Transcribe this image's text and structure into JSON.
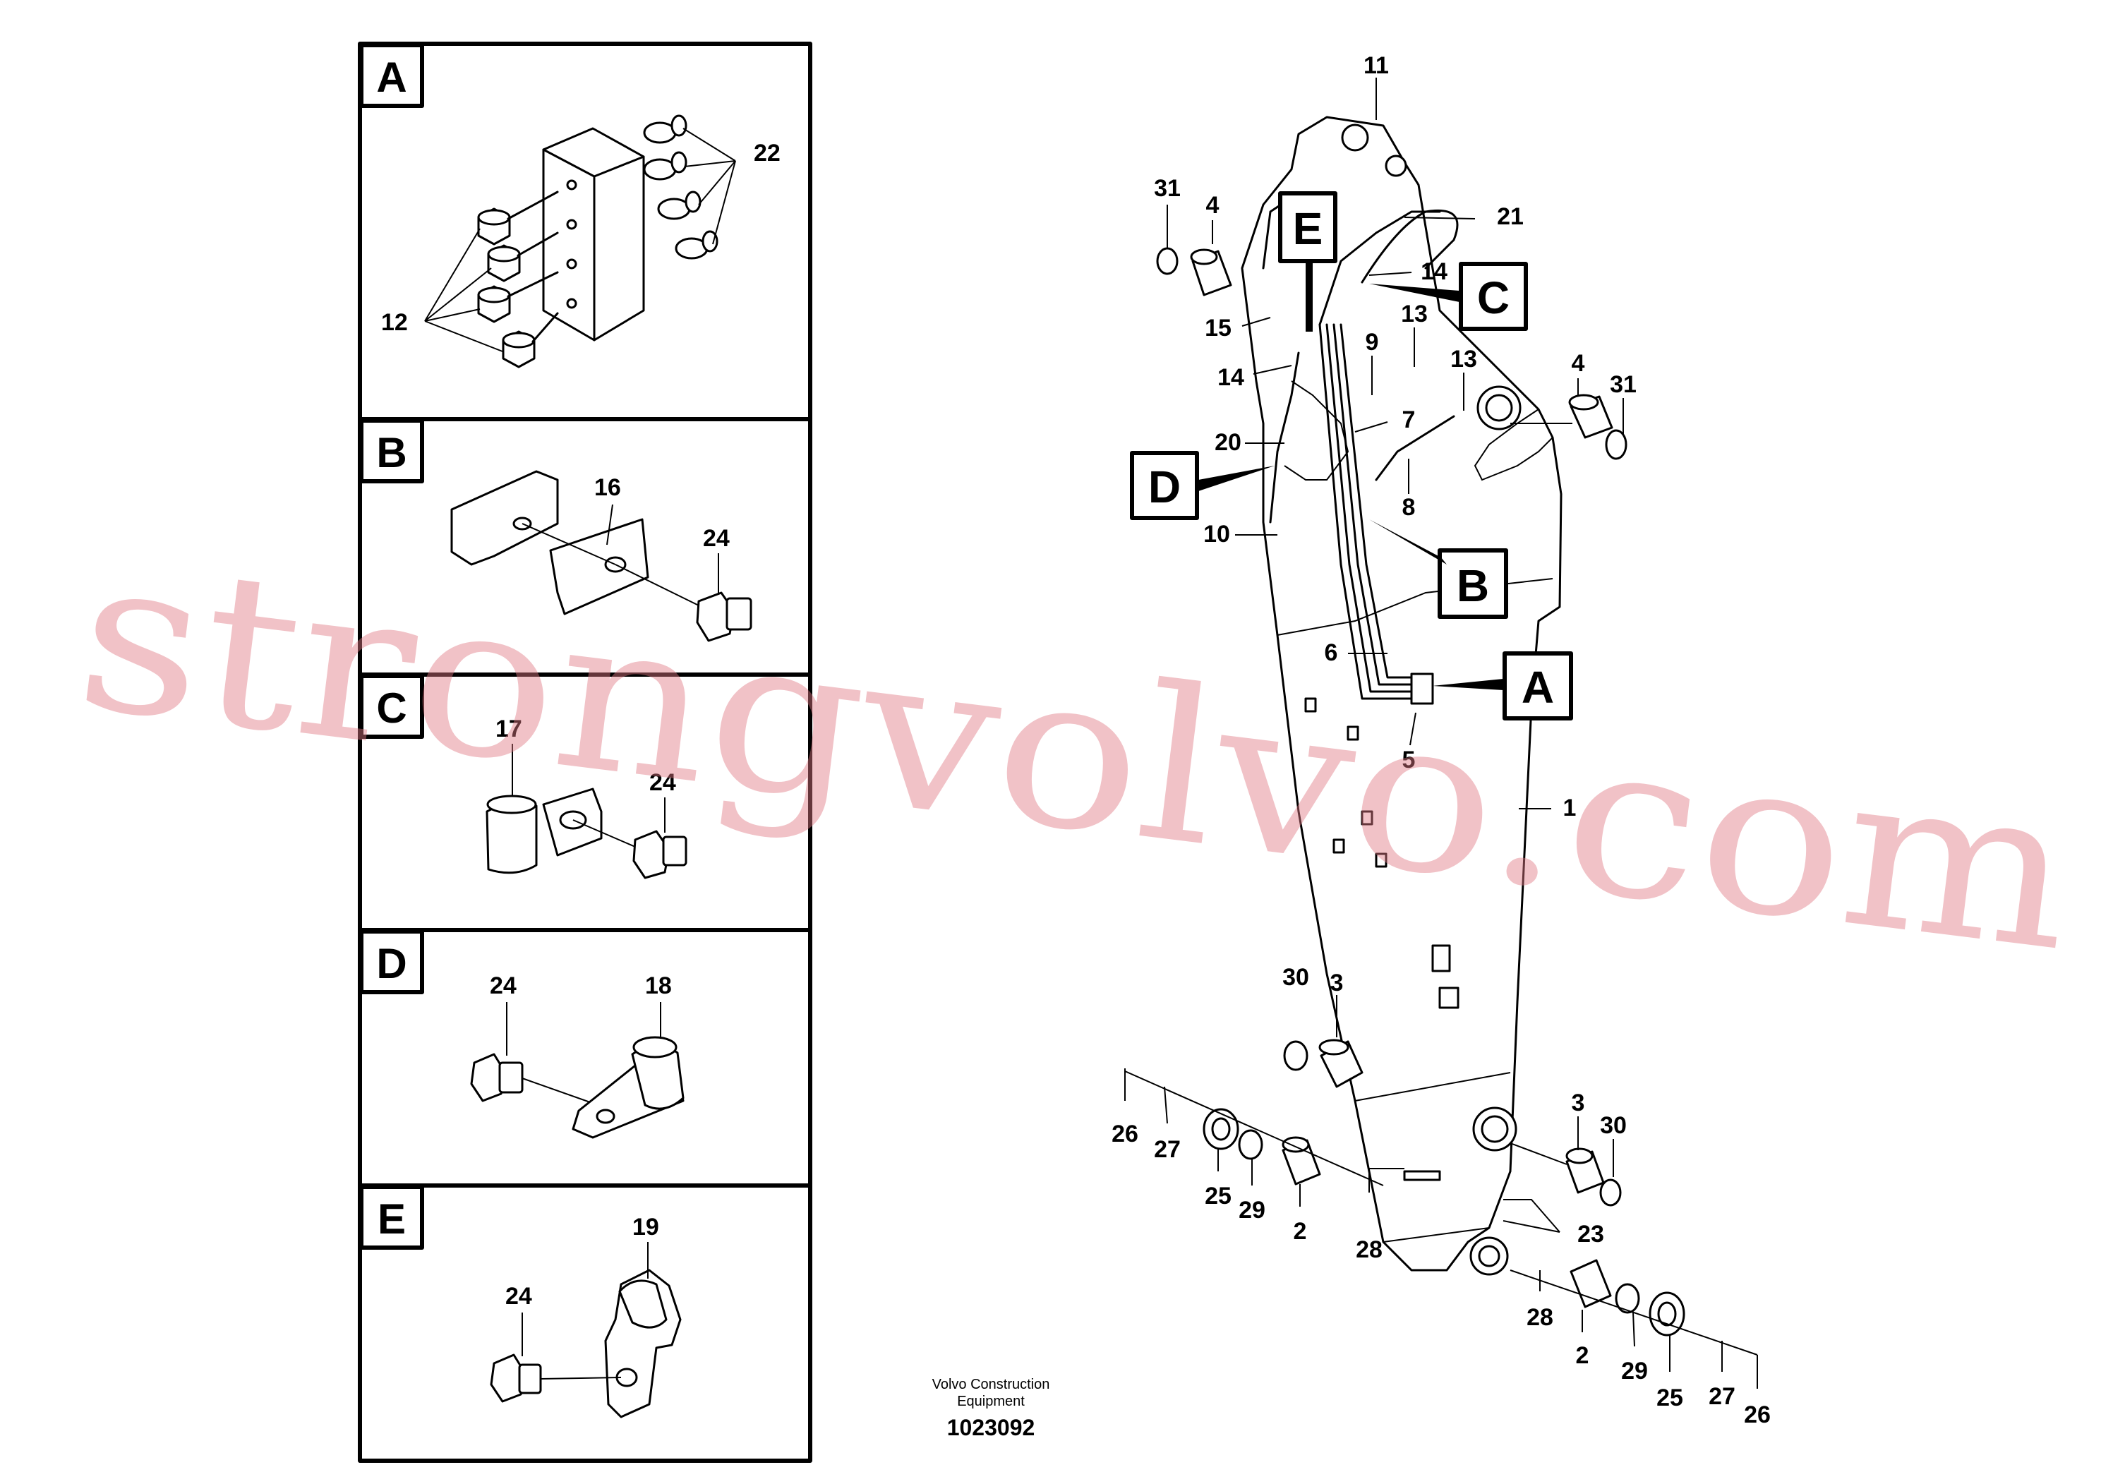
{
  "panels": [
    {
      "letter": "A",
      "labels": [
        "22",
        "12"
      ]
    },
    {
      "letter": "B",
      "labels": [
        "16",
        "24"
      ]
    },
    {
      "letter": "C",
      "labels": [
        "17",
        "24"
      ]
    },
    {
      "letter": "D",
      "labels": [
        "24",
        "18"
      ]
    },
    {
      "letter": "E",
      "labels": [
        "19",
        "24"
      ]
    }
  ],
  "callouts": [
    "E",
    "C",
    "D",
    "B",
    "A"
  ],
  "part_numbers": [
    "11",
    "31",
    "4",
    "21",
    "14",
    "15",
    "13",
    "9",
    "14",
    "13",
    "4",
    "31",
    "20",
    "7",
    "8",
    "10",
    "6",
    "5",
    "1",
    "30",
    "3",
    "3",
    "30",
    "26",
    "27",
    "25",
    "29",
    "2",
    "28",
    "23",
    "28",
    "2",
    "29",
    "25",
    "27",
    "26"
  ],
  "caption": {
    "line1": "Volvo Construction",
    "line2": "Equipment",
    "doc_number": "1023092"
  },
  "watermark": "strongvolvo.com"
}
